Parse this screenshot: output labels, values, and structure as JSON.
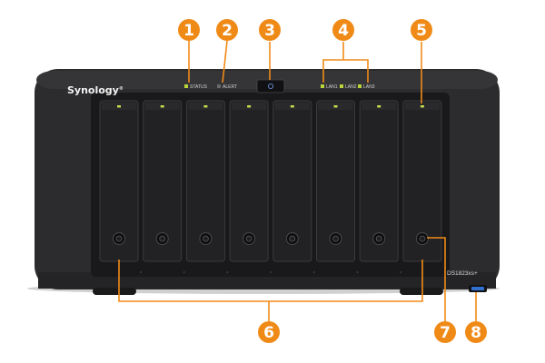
{
  "device": {
    "brand": "Synology",
    "brand_mark": "®",
    "model": "DS1823xs+",
    "indicators": [
      {
        "label": "STATUS",
        "led_color": "#b9d53a"
      },
      {
        "label": "ALERT",
        "led_color": "#6a6a6a"
      }
    ],
    "lan_indicators": [
      {
        "label": "LAN1",
        "led_color": "#b9d53a"
      },
      {
        "label": "LAN2",
        "led_color": "#b9d53a"
      },
      {
        "label": "LAN3",
        "led_color": "#b9d53a"
      }
    ],
    "drive_trays": 8,
    "tray_led_color": "#c6da4a"
  },
  "callouts": [
    "1",
    "2",
    "3",
    "4",
    "5",
    "6",
    "7",
    "8"
  ],
  "colors": {
    "callout": "#f08a17",
    "chassis": "#2b2b2d",
    "tray": "#1e1e20",
    "usb": "#2f6fd0"
  }
}
